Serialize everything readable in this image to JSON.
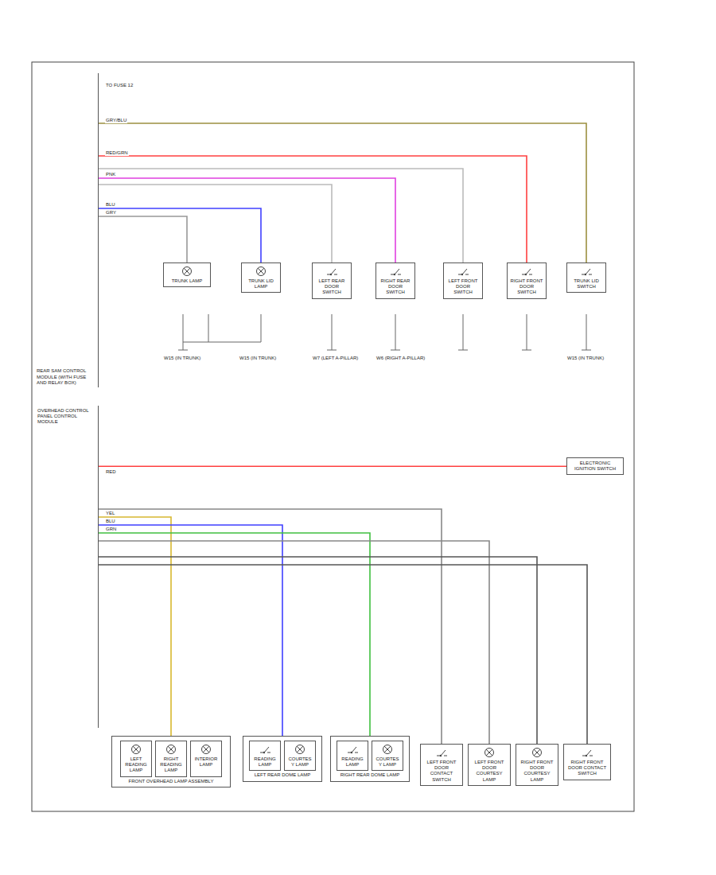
{
  "diagram": {
    "nodes": [
      {
        "text": [
          "REAR SAM CONTROL MODULE (WITH FUSE AND RELAY BOX)"
        ]
      },
      {
        "text": [
          "TRUNK LAMP"
        ]
      },
      {
        "text": [
          "TRUNK LID LAMP"
        ]
      },
      {
        "text": [
          "LEFT REAR DOOR SWITCH"
        ]
      },
      {
        "text": [
          "RIGHT REAR DOOR SWITCH"
        ]
      },
      {
        "text": [
          "LEFT FRONT DOOR SWITCH"
        ]
      },
      {
        "text": [
          "RIGHT FRONT DOOR SWITCH"
        ]
      },
      {
        "text": [
          "TRUNK LID SWITCH"
        ]
      },
      {
        "text": [
          "OVERHEAD CONTROL PANEL CONTROL MODULE"
        ]
      },
      {
        "text": [
          "FRONT OVERHEAD LAMP ASSEMBLY"
        ]
      },
      {
        "text": [
          "LEFT READING LAMP"
        ],
        "in": 9
      },
      {
        "text": [
          "RIGHT READING LAMP"
        ],
        "in": 9
      },
      {
        "text": [
          "INTERIOR LAMP"
        ],
        "in": 9
      },
      {
        "text": [
          "LEFT REAR DOME LAMP"
        ]
      },
      {
        "text": [
          "READING LAMP"
        ],
        "in": 13
      },
      {
        "text": [
          "COURTESY LAMP"
        ],
        "in": 13
      },
      {
        "text": [
          "RIGHT REAR DOME LAMP"
        ]
      },
      {
        "text": [
          "READING LAMP"
        ],
        "in": 16
      },
      {
        "text": [
          "COURTESY LAMP"
        ],
        "in": 16
      },
      {
        "text": [
          "LEFT FRONT DOOR CONTACT SWITCH"
        ]
      },
      {
        "text": [
          "LEFT FRONT DOOR COURTESY LAMP"
        ]
      },
      {
        "text": [
          "RIGHT FRONT DOOR COURTESY LAMP"
        ]
      },
      {
        "text": [
          "RIGHT FRONT DOOR CONTACT SWITCH"
        ]
      },
      {
        "text": [
          "ELECTRONIC IGNITION SWITCH"
        ]
      }
    ],
    "edges": [
      {
        "from": 0,
        "to": 1,
        "arrow": "none"
      },
      {
        "from": 0,
        "to": 2,
        "arrow": "none"
      },
      {
        "from": 0,
        "to": 3,
        "arrow": "none"
      },
      {
        "from": 0,
        "to": 4,
        "arrow": "none"
      },
      {
        "from": 0,
        "to": 5,
        "arrow": "none"
      },
      {
        "from": 0,
        "to": 6,
        "arrow": "none"
      },
      {
        "from": 0,
        "to": 7,
        "arrow": "none"
      },
      {
        "from": 8,
        "to": 9,
        "arrow": "none"
      },
      {
        "from": 8,
        "to": 13,
        "arrow": "none"
      },
      {
        "from": 8,
        "to": 16,
        "arrow": "none"
      },
      {
        "from": 8,
        "to": 19,
        "arrow": "none"
      },
      {
        "from": 8,
        "to": 20,
        "arrow": "none"
      },
      {
        "from": 8,
        "to": 21,
        "arrow": "none"
      },
      {
        "from": 8,
        "to": 22,
        "arrow": "none"
      },
      {
        "from": 8,
        "to": 23,
        "arrow": "none"
      }
    ],
    "labels": [
      "TO FUSE 12",
      "GRY/BLU",
      "RED/GRN",
      "PNK",
      "BLU",
      "GRY",
      "W15 (IN TRUNK)",
      "W15 (IN TRUNK)",
      "W7 (LEFT A-PILLAR)",
      "W6 (RIGHT A-PILLAR)",
      "W15 (IN TRUNK)",
      "YEL",
      "BLU",
      "GRN",
      "RED"
    ]
  }
}
